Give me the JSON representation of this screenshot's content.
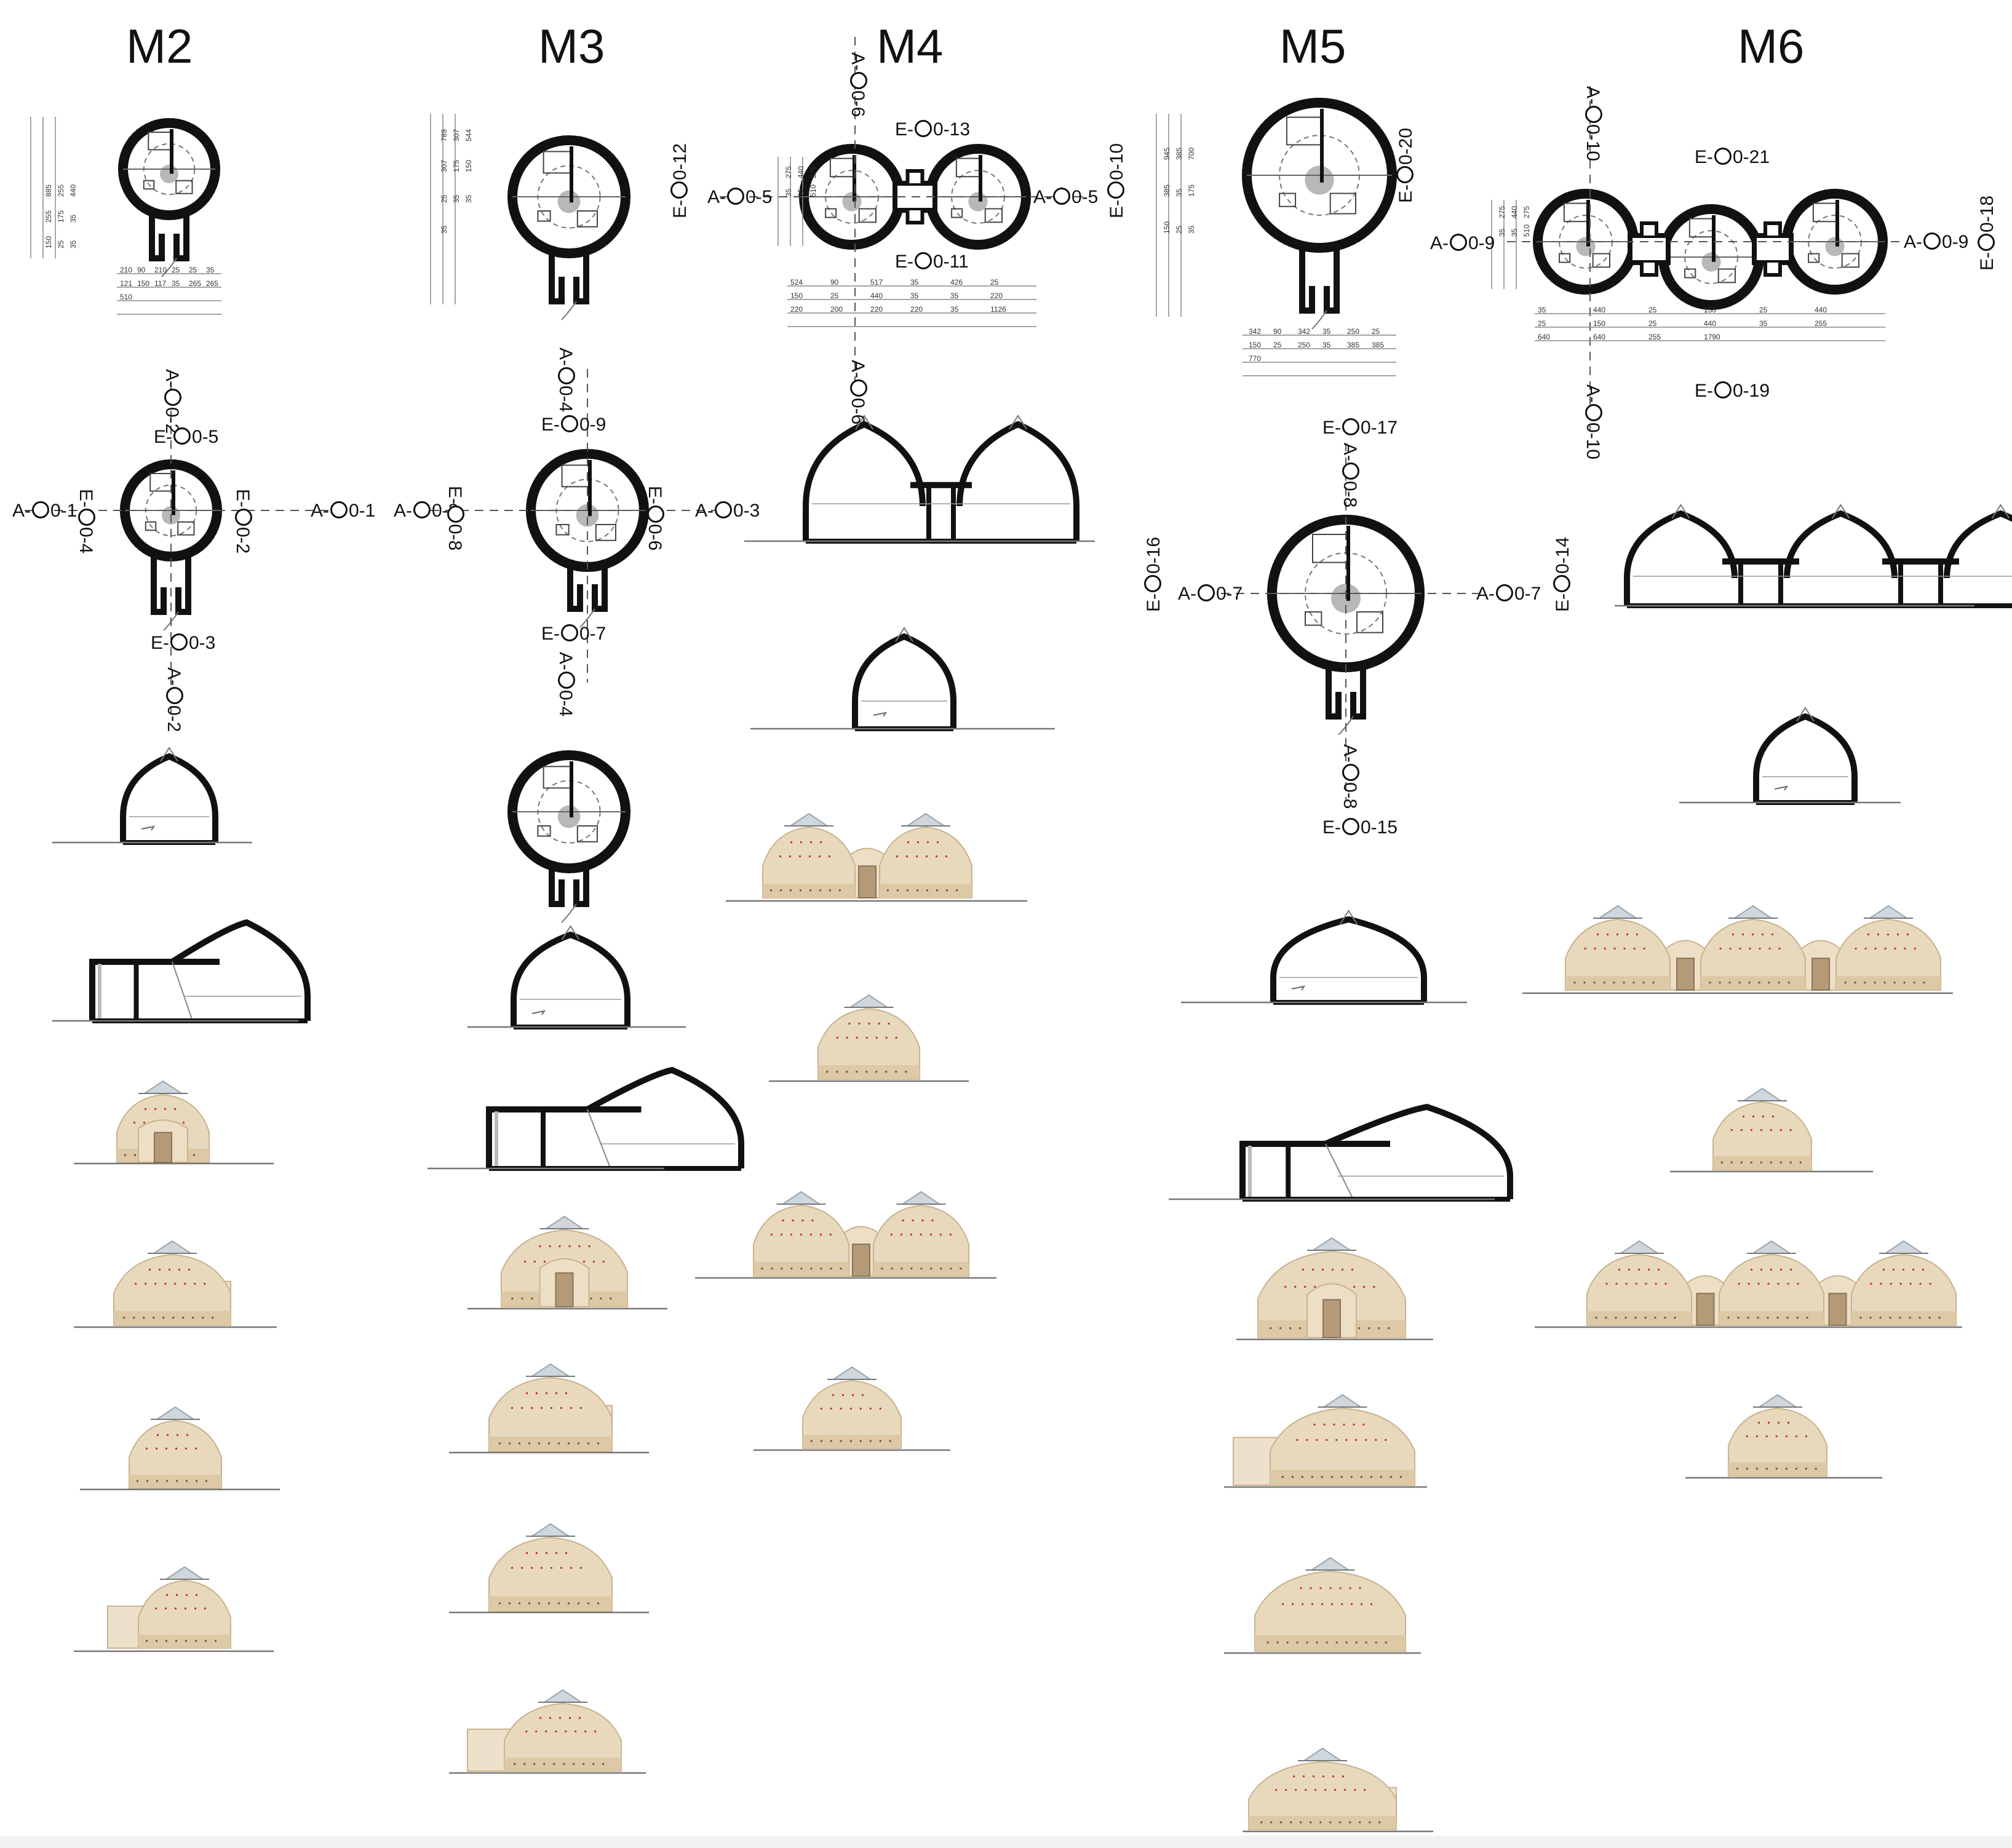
{
  "columns": {
    "m2": {
      "title": "M2"
    },
    "m3": {
      "title": "M3"
    },
    "m4": {
      "title": "M4"
    },
    "m5": {
      "title": "M5"
    },
    "m6": {
      "title": "M6"
    }
  },
  "markers": {
    "a01": "A-0-1",
    "a02": "A-0-2",
    "e04": "E-0-4",
    "e02": "E-0-2",
    "e05": "E-0-5",
    "e03": "E-0-3",
    "a03": "A-0-3",
    "a04": "A-0-4",
    "e08": "E-0-8",
    "e06": "E-0-6",
    "e09": "E-0-9",
    "e07": "E-0-7",
    "a05": "A-0-5",
    "a06": "A-0-6",
    "e012": "E-0-12",
    "e010": "E-0-10",
    "e013": "E-0-13",
    "e011": "E-0-11",
    "a07": "A-0-7",
    "a08": "A-0-8",
    "a09": "A-0-9",
    "e014": "E-0-14",
    "e015": "E-0-15",
    "e016": "E-0-16",
    "e017": "E-0-17",
    "e020": "E-0-20",
    "a010": "A-0-10",
    "e018": "E-0-18",
    "e019": "E-0-19",
    "e021": "E-0-21"
  },
  "dimensions": {
    "m2": {
      "v": [
        "885",
        "255",
        "440",
        "255",
        "175",
        "35",
        "150",
        "25",
        "35"
      ],
      "h": [
        "210",
        "90",
        "210",
        "25",
        "25",
        "35",
        "121",
        "150",
        "117",
        "35",
        "265",
        "265",
        "510"
      ]
    },
    "m3": {
      "v": [
        "789",
        "307",
        "544",
        "307",
        "175",
        "150",
        "25",
        "35",
        "35",
        "35"
      ]
    },
    "m4": {
      "v": [
        "275",
        "440",
        "275",
        "35",
        "35",
        "510"
      ],
      "h": [
        "524",
        "90",
        "517",
        "35",
        "426",
        "25",
        "150",
        "25",
        "440",
        "35",
        "35",
        "220",
        "220",
        "200",
        "220",
        "220",
        "35",
        "1126"
      ]
    },
    "m5": {
      "v": [
        "945",
        "385",
        "700",
        "385",
        "35",
        "175",
        "150",
        "25",
        "35"
      ],
      "h": [
        "342",
        "90",
        "342",
        "35",
        "250",
        "25",
        "150",
        "25",
        "250",
        "35",
        "385",
        "385",
        "770"
      ]
    },
    "m6": {
      "v": [
        "275",
        "440",
        "275",
        "35",
        "35",
        "510"
      ],
      "h": [
        "35",
        "440",
        "25",
        "150",
        "25",
        "440",
        "25",
        "150",
        "25",
        "440",
        "35",
        "255",
        "640",
        "640",
        "255",
        "1790"
      ]
    }
  },
  "colors": {
    "ink": "#111111",
    "earth": "#e8d9bd",
    "earth_dark": "#c9b28c",
    "earth_mid": "#ddc9a6",
    "door": "#b59a78",
    "skylight": "#cfd7dd",
    "gray": "#b8b8b8",
    "dots": "#c0392b",
    "dots2": "#2e7d32"
  }
}
